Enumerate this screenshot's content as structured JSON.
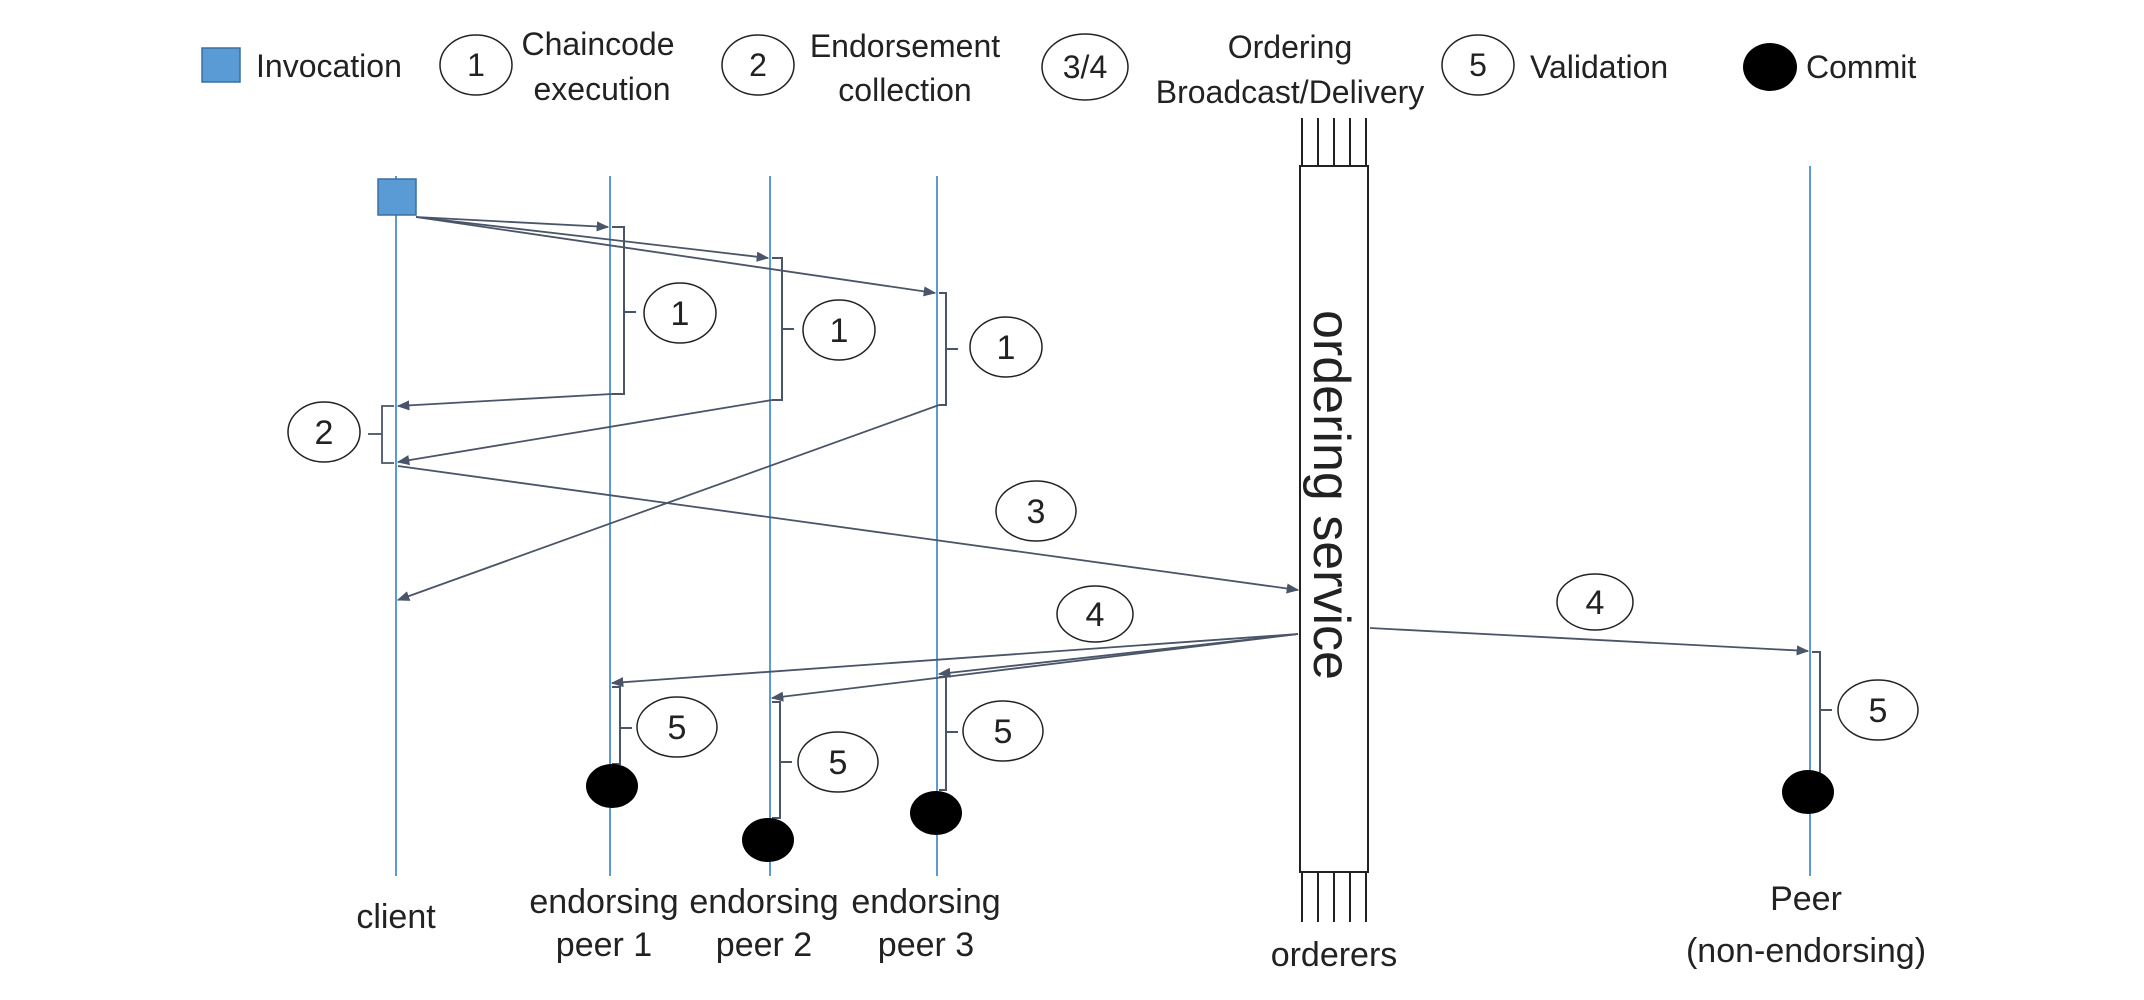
{
  "legend": {
    "invocation": "Invocation",
    "chaincode_num": "1",
    "chaincode_l1": "Chaincode",
    "chaincode_l2": "execution",
    "endorsement_num": "2",
    "endorsement_l1": "Endorsement",
    "endorsement_l2": "collection",
    "ordering_num": "3/4",
    "ordering_l1": "Ordering",
    "ordering_l2": "Broadcast/Delivery",
    "validation_num": "5",
    "validation": "Validation",
    "commit": "Commit"
  },
  "lanes": {
    "client": "client",
    "ep1_l1": "endorsing",
    "ep1_l2": "peer 1",
    "ep2_l1": "endorsing",
    "ep2_l2": "peer 2",
    "ep3_l1": "endorsing",
    "ep3_l2": "peer 3",
    "orderers": "orderers",
    "peer_l1": "Peer",
    "peer_l2": "(non-endorsing)"
  },
  "ordering_service": "ordering service",
  "steps": {
    "s1": "1",
    "s2": "2",
    "s3": "3",
    "s4": "4",
    "s5": "5"
  },
  "colors": {
    "lane": "#5b9bd5",
    "invocation": "#5b9bd5",
    "arrow": "#4a5568",
    "commit": "#000000"
  }
}
